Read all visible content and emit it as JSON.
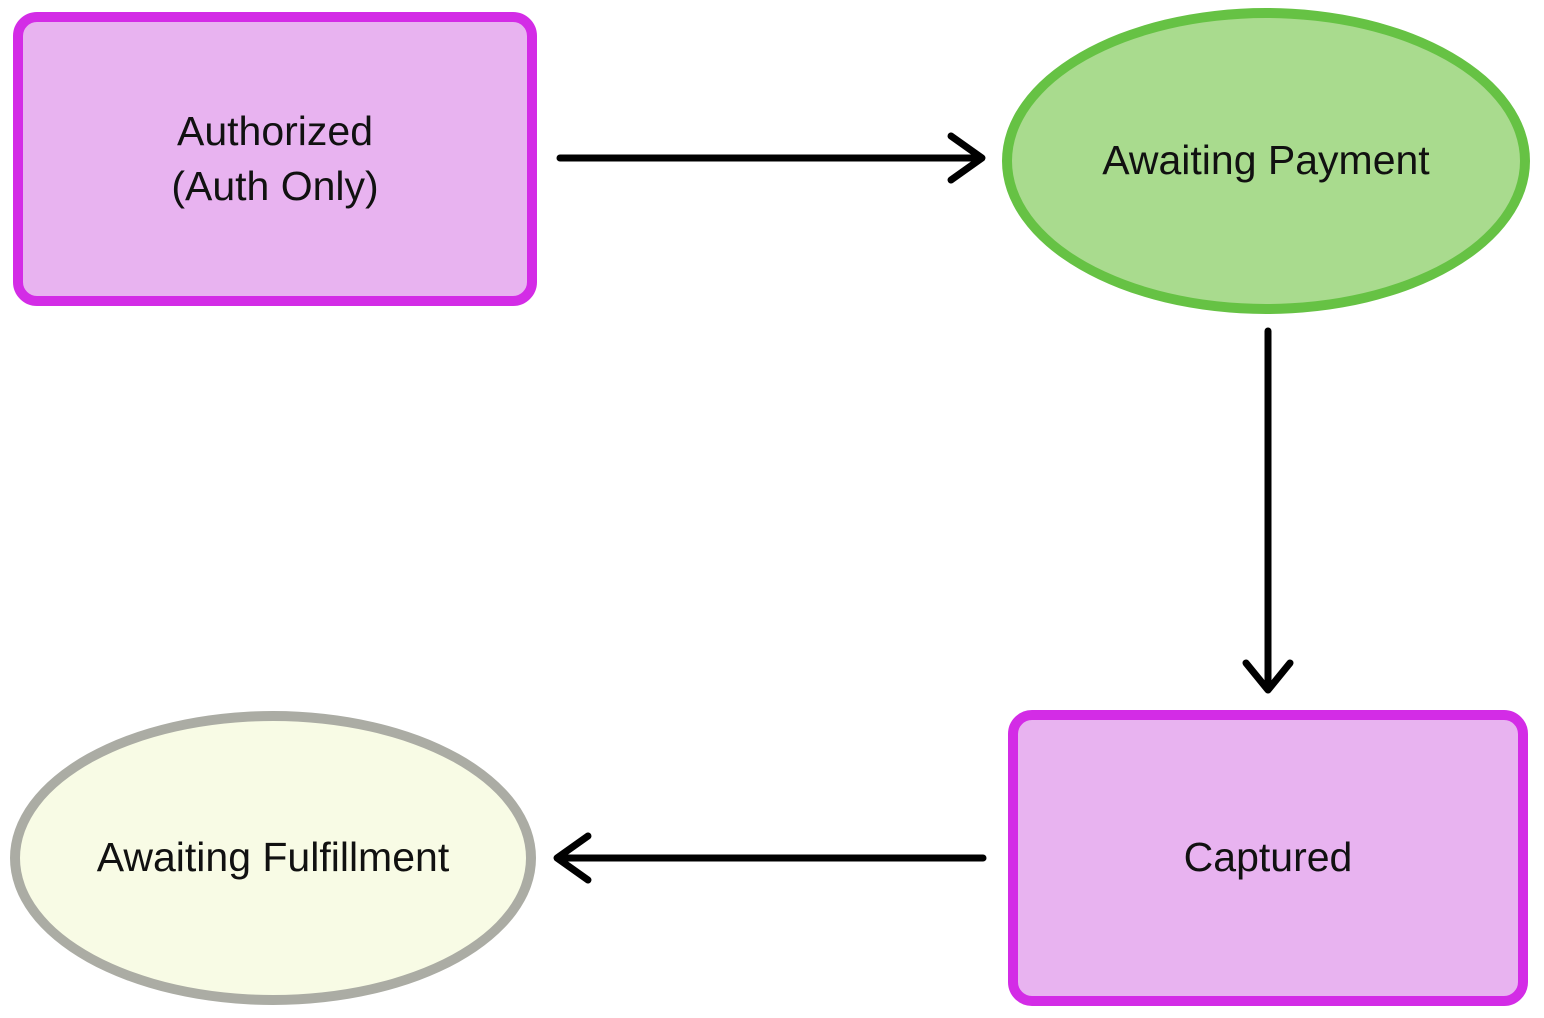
{
  "diagram": {
    "type": "flowchart",
    "background": "#ffffff",
    "text_color": "#111111",
    "arrow_color": "#000000",
    "nodes": [
      {
        "id": "authorized",
        "label": "Authorized",
        "sublabel": "(Auth Only)",
        "shape": "rectangle",
        "fill": "#e8b3f0",
        "border": "#d32ce6"
      },
      {
        "id": "awaiting-payment",
        "label": "Awaiting Payment",
        "shape": "ellipse",
        "fill": "#a9db8e",
        "border": "#66c244"
      },
      {
        "id": "captured",
        "label": "Captured",
        "shape": "rectangle",
        "fill": "#e8b3f0",
        "border": "#d32ce6"
      },
      {
        "id": "awaiting-fulfillment",
        "label": "Awaiting Fulfillment",
        "shape": "ellipse",
        "fill": "#f8fbe5",
        "border": "#abaca4"
      }
    ],
    "edges": [
      {
        "from": "authorized",
        "to": "awaiting-payment",
        "direction": "right"
      },
      {
        "from": "awaiting-payment",
        "to": "captured",
        "direction": "down"
      },
      {
        "from": "captured",
        "to": "awaiting-fulfillment",
        "direction": "left"
      }
    ]
  }
}
